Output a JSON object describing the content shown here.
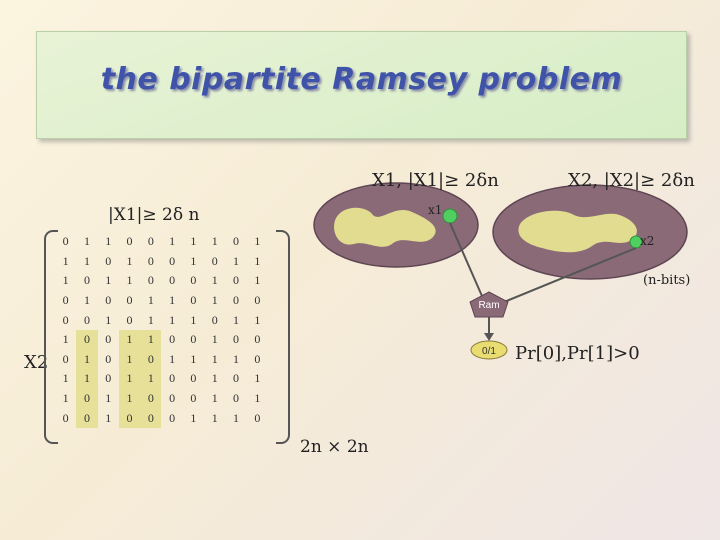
{
  "slide": {
    "title": "the bipartite Ramsey problem"
  },
  "labels": {
    "x1_set": "X1, |X1|≥ 2δn",
    "x2_set": "X2, |X2|≥ 2δn",
    "x1_size": "|X1|≥ 2δ n",
    "x2_rows": "X2",
    "x1_point": "x1",
    "x2_point": "x2",
    "nbits": "(n-bits)",
    "ram": "Ram",
    "output": "0/1",
    "probability": "Pr[0],Pr[1]>0",
    "dimensions": "2n × 2n"
  },
  "matrix": {
    "rows": [
      [
        0,
        1,
        1,
        0,
        0,
        1,
        1,
        1,
        0,
        1
      ],
      [
        1,
        1,
        0,
        1,
        0,
        0,
        1,
        0,
        1,
        1
      ],
      [
        1,
        0,
        1,
        1,
        0,
        0,
        0,
        1,
        0,
        1
      ],
      [
        0,
        1,
        0,
        0,
        1,
        1,
        0,
        1,
        0,
        0
      ],
      [
        0,
        0,
        1,
        0,
        1,
        1,
        1,
        0,
        1,
        1
      ],
      [
        1,
        0,
        0,
        1,
        1,
        0,
        0,
        1,
        0,
        0
      ],
      [
        0,
        1,
        0,
        1,
        0,
        1,
        1,
        1,
        1,
        0
      ],
      [
        1,
        1,
        0,
        1,
        1,
        0,
        0,
        1,
        0,
        1
      ],
      [
        1,
        0,
        1,
        1,
        0,
        0,
        0,
        1,
        0,
        1
      ],
      [
        0,
        0,
        1,
        0,
        0,
        0,
        1,
        1,
        1,
        0
      ]
    ],
    "highlight_rows": [
      5,
      6,
      7,
      8,
      9
    ],
    "highlight_cols": [
      1,
      3,
      4
    ]
  },
  "colors": {
    "title_text": "#3f53a8",
    "title_bg": "#d6edc6",
    "set_fill": "#8b6a78",
    "set_blob": "#e2dc90",
    "point": "#4fcf5f",
    "ram_box": "#8b6a78",
    "output_node": "#e9dd72",
    "highlight": "#e7e098"
  }
}
